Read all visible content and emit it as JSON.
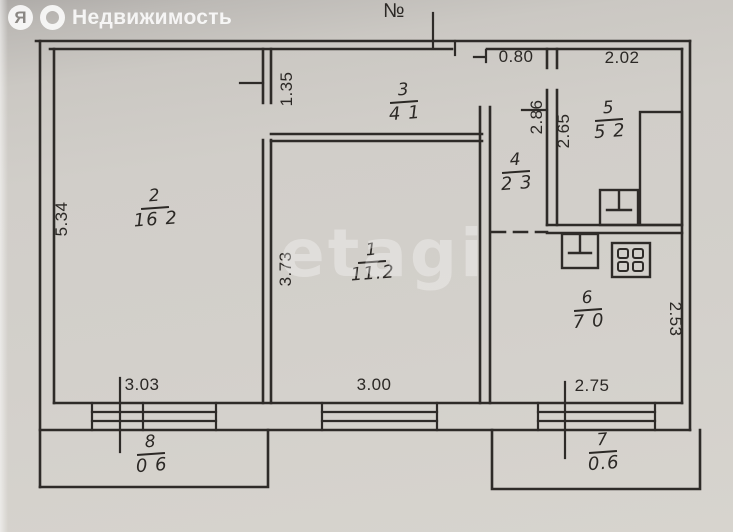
{
  "header": {
    "logo_letter": "Я",
    "brand": "Недвижимость",
    "number_sign": "№"
  },
  "watermark": "etagi",
  "rooms": [
    {
      "number": "1",
      "area": "11.2"
    },
    {
      "number": "2",
      "area": "16 2"
    },
    {
      "number": "3",
      "area": "4 1"
    },
    {
      "number": "4",
      "area": "2 3"
    },
    {
      "number": "5",
      "area": "5 2"
    },
    {
      "number": "6",
      "area": "7 0"
    },
    {
      "number": "7",
      "area": "0.6"
    },
    {
      "number": "8",
      "area": "0 6"
    }
  ],
  "dimensions": {
    "room2_height": "5.34",
    "room3_height": "1.35",
    "room1_height": "3.73",
    "hall_width": "0.80",
    "bath_width": "2.02",
    "hall_height": "2.86",
    "bath_height": "2.65",
    "kitchen_height": "2.53",
    "room2_width": "3.03",
    "room1_width": "3.00",
    "kitchen_width": "2.75"
  }
}
